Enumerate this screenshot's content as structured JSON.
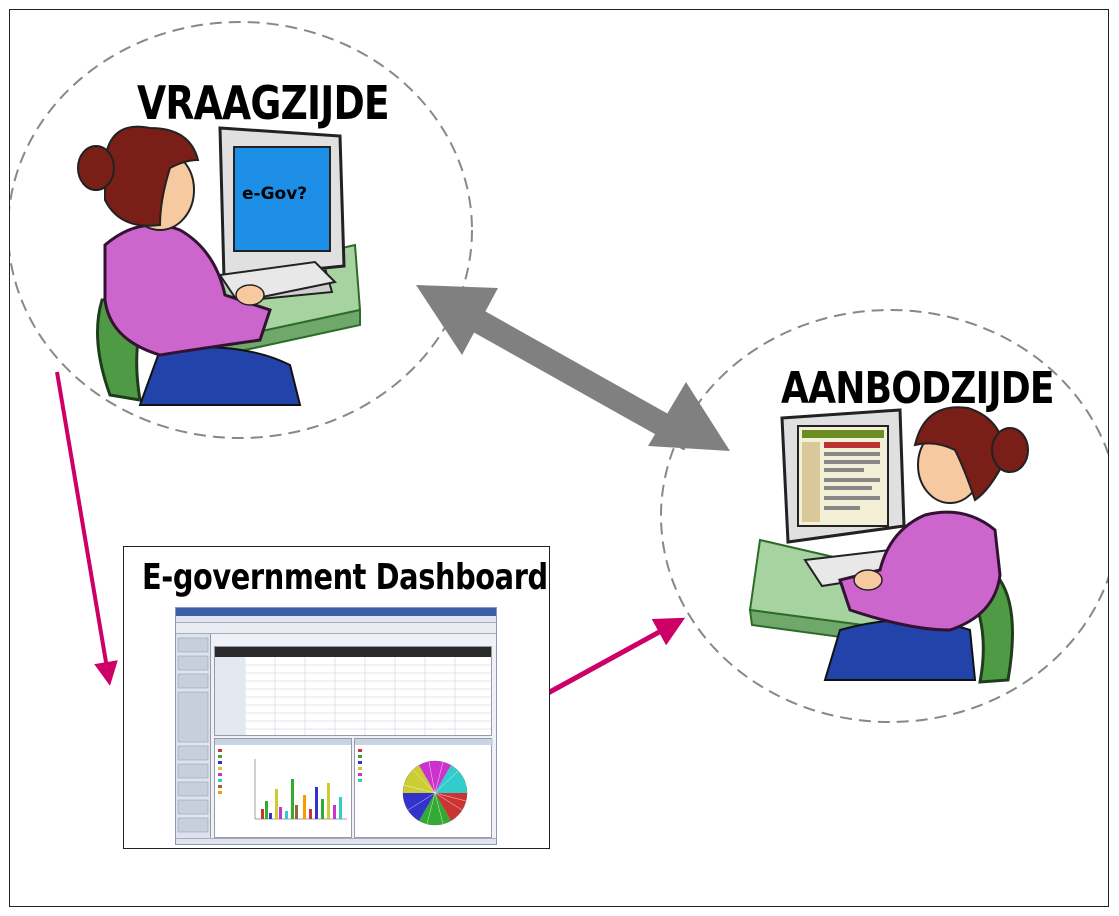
{
  "left_label": "VRAAGZIJDE",
  "right_label": "AANBODZIJDE",
  "monitor_text": "e-Gov?",
  "dashboard": {
    "title": "E-government Dashboard"
  },
  "colors": {
    "arrow_magenta": "#cc0066",
    "arrow_gray": "#808080",
    "desk_green": "#a6d3a0",
    "shirt_purple": "#cc66cc",
    "hair_brown": "#7a1e18",
    "screen_blue": "#1e8fe6",
    "chair_green": "#4f9a45",
    "skirt_blue": "#2244aa"
  }
}
